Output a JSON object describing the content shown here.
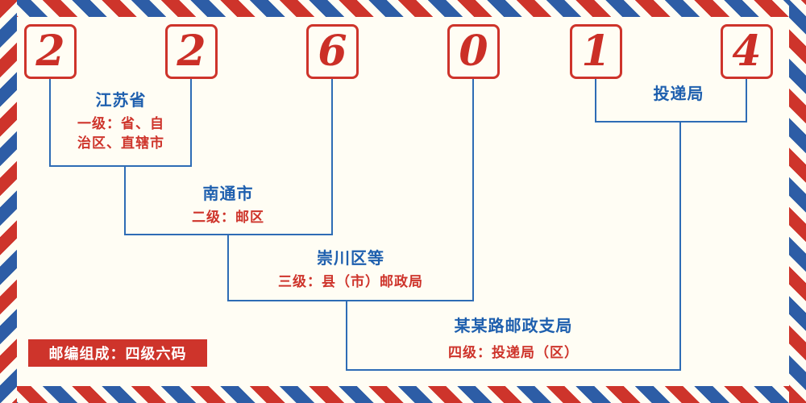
{
  "postal_code": {
    "digits": [
      "2",
      "2",
      "6",
      "0",
      "1",
      "4"
    ]
  },
  "levels": [
    {
      "name": "江苏省",
      "desc_line1": "一级：省、自",
      "desc_line2": "治区、直辖市"
    },
    {
      "name": "南通市",
      "desc": "二级：邮区"
    },
    {
      "name": "崇川区等",
      "desc": "三级：县（市）邮政局"
    },
    {
      "name": "某某路邮政支局",
      "desc": "四级：投递局（区）"
    }
  ],
  "delivery_office": {
    "label": "投递局"
  },
  "footer": {
    "badge": "邮编组成：四级六码"
  },
  "colors": {
    "stripe_red": "#ce342b",
    "stripe_blue": "#2d5da6",
    "digit_red": "#cb2f27",
    "label_blue": "#1e5fae"
  }
}
